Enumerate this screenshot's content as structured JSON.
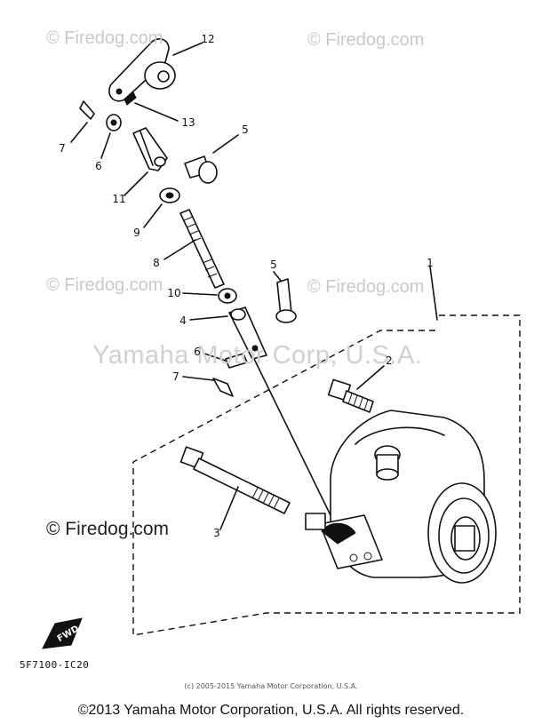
{
  "watermarks": {
    "top_left": "© Firedog.com",
    "top_right": "© Firedog.com",
    "mid_left": "© Firedog.com",
    "mid_right": "© Firedog.com",
    "left_dark": "© Firedog.com",
    "center": "Yamaha Motor Corp, U.S.A."
  },
  "callouts": {
    "c12": "12",
    "c13": "13",
    "c7a": "7",
    "c6a": "6",
    "c5a": "5",
    "c11": "11",
    "c9": "9",
    "c8": "8",
    "c5b": "5",
    "c10": "10",
    "c4": "4",
    "c1": "1",
    "c6b": "6",
    "c7b": "7",
    "c2": "2",
    "c3": "3"
  },
  "fwd_label": "FWD",
  "diagram_code": "5F7100-IC20",
  "small_copyright": "(c) 2005-2015 Yamaha Motor Corporation, U.S.A.",
  "footer_copyright": "©2013 Yamaha Motor Corporation, U.S.A. All rights reserved."
}
